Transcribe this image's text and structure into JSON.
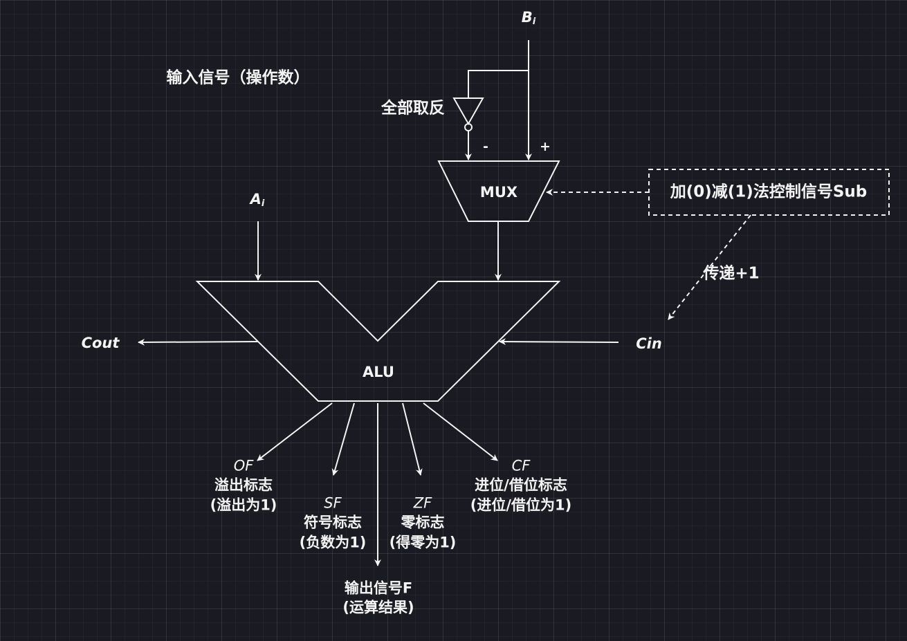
{
  "title": "输入信号（操作数）",
  "inputs": {
    "b": {
      "main": "B",
      "sub": "i"
    },
    "a": {
      "main": "A",
      "sub": "i"
    }
  },
  "invert_label": "全部取反",
  "mux": {
    "label": "MUX",
    "minus_label": "-",
    "plus_label": "+"
  },
  "control": {
    "label": "加(0)减(1)法控制信号Sub",
    "carry_hint": "传递+1"
  },
  "alu": {
    "label": "ALU",
    "carry_out": "Cout",
    "carry_in": "Cin"
  },
  "flags": [
    {
      "code": "OF",
      "name": "溢出标志",
      "rule": "(溢出为1)"
    },
    {
      "code": "SF",
      "name": "符号标志",
      "rule": "(负数为1)"
    },
    {
      "code": "ZF",
      "name": "零标志",
      "rule": "(得零为1)"
    },
    {
      "code": "CF",
      "name": "进位/借位标志",
      "rule": "(进位/借位为1)"
    }
  ],
  "output": {
    "line1": "输出信号F",
    "line2": "(运算结果)"
  },
  "colors": {
    "background": "#1a1a22",
    "stroke": "#f4f4f4"
  }
}
